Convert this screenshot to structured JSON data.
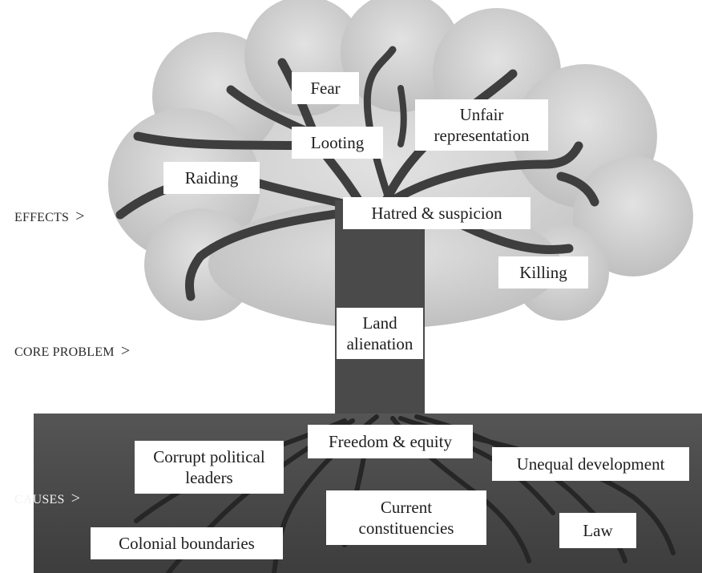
{
  "labels": {
    "effects": "EFFECTS",
    "core_problem": "CORE PROBLEM",
    "causes": "CAUSES",
    "arrow": ">"
  },
  "effects": {
    "fear": "Fear",
    "looting": "Looting",
    "unfair_representation": [
      "Unfair",
      "representation"
    ],
    "raiding": "Raiding",
    "hatred_suspicion": "Hatred & suspicion",
    "killing": "Killing"
  },
  "core_problem": [
    "Land",
    "alienation"
  ],
  "causes": {
    "freedom_equity": "Freedom & equity",
    "corrupt_leaders": [
      "Corrupt political",
      "leaders"
    ],
    "unequal_development": "Unequal development",
    "current_constituencies": [
      "Current",
      "constituencies"
    ],
    "law": "Law",
    "colonial_boundaries": "Colonial boundaries"
  },
  "colors": {
    "foliage": "#d4d4d4",
    "branch": "#3e3e3e",
    "trunk": "#4a4a4a",
    "ground": "#4c4c4c",
    "box": "#ffffff",
    "text": "#1e1e1e"
  }
}
